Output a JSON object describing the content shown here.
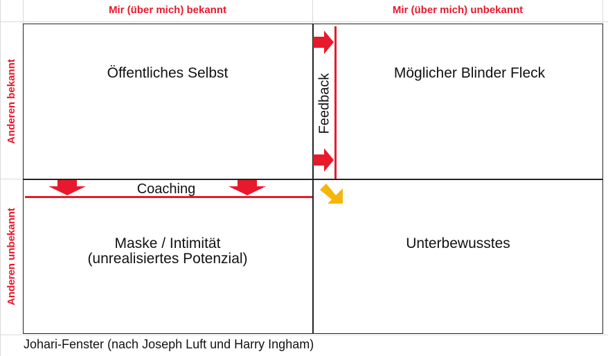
{
  "headers": {
    "col_left": "Mir (über mich) bekannt",
    "col_right": "Mir (über mich) unbekannt",
    "row_top": "Anderen bekannt",
    "row_bottom": "Anderen unbekannt"
  },
  "quadrants": {
    "top_left": "Öffentliches Selbst",
    "top_right": "Möglicher Blinder Fleck",
    "bottom_left_line1": "Maske / Intimität",
    "bottom_left_line2": "(unrealisiertes Potenzial)",
    "bottom_right": "Unterbewusstes"
  },
  "annotations": {
    "feedback": "Feedback",
    "coaching": "Coaching"
  },
  "caption": "Johari-Fenster (nach Joseph Luft und Harry Ingham)",
  "colors": {
    "accent_red": "#e8192c",
    "accent_yellow": "#f5b50a",
    "border": "#222222"
  }
}
